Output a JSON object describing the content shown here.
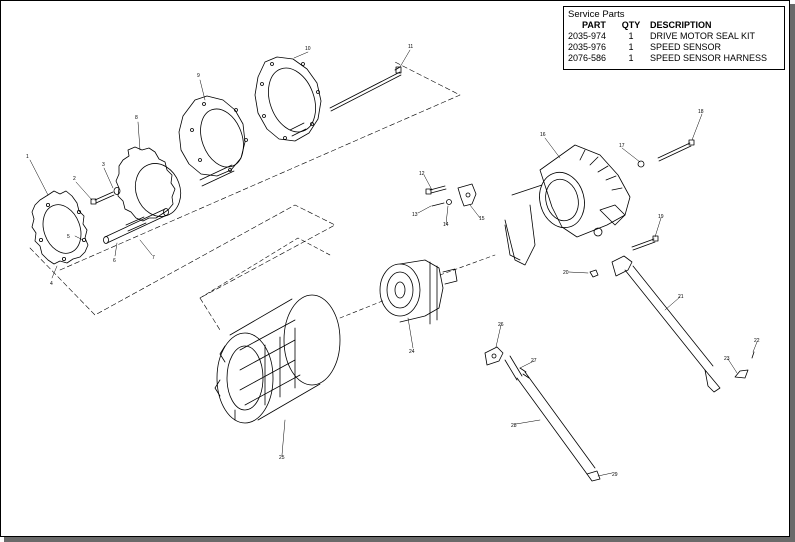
{
  "service_parts": {
    "title": "Service Parts",
    "headers": {
      "part": "PART",
      "qty": "QTY",
      "description": "DESCRIPTION"
    },
    "rows": [
      {
        "part": "2035-974",
        "qty": "1",
        "description": "DRIVE MOTOR SEAL KIT"
      },
      {
        "part": "2035-976",
        "qty": "1",
        "description": "SPEED SENSOR"
      },
      {
        "part": "2076-586",
        "qty": "1",
        "description": "SPEED SENSOR HARNESS"
      }
    ]
  },
  "callouts": {
    "c1": "1",
    "c2": "2",
    "c3": "3",
    "c4": "4",
    "c5": "5",
    "c6": "6",
    "c7": "7",
    "c8": "8",
    "c9": "9",
    "c10": "10",
    "c11": "11",
    "c12": "12",
    "c13": "13",
    "c14": "14",
    "c15": "15",
    "c16": "16",
    "c17": "17",
    "c18": "18",
    "c19": "19",
    "c20": "20",
    "c21": "21",
    "c22": "22",
    "c23": "23",
    "c24": "24",
    "c25": "25",
    "c26": "26",
    "c27": "27",
    "c28": "28",
    "c29": "29"
  }
}
